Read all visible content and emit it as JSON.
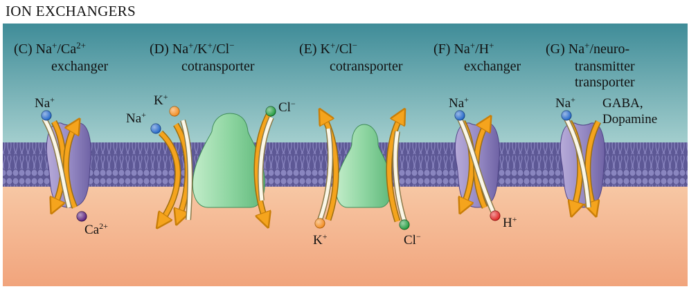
{
  "figure": {
    "title": "ION EXCHANGERS"
  },
  "colors": {
    "extracellular_top": "#3f8c98",
    "extracellular_bottom": "#a6d0cf",
    "cytoplasm_top": "#f7c7a4",
    "cytoplasm_bottom": "#f1a47c",
    "membrane": "#6f6aa8",
    "lipid_head": "#8a86c0",
    "exchanger_protein": "#9488c3",
    "cotransporter_protein": "#8fd6a2",
    "arrow_yellow": "#f5a41d",
    "arrow_white": "#fbf7e8",
    "na_ion": "#1f64c8",
    "k_ion": "#f28a1c",
    "cl_ion": "#1f9a3b",
    "ca_ion": "#5a1d7a",
    "h_ion": "#e02020"
  },
  "panels": [
    {
      "letter": "(C)",
      "name": [
        "Na",
        "+",
        "/Ca",
        "2+"
      ],
      "line2": "exchanger",
      "line3": ""
    },
    {
      "letter": "(D)",
      "name": [
        "Na",
        "+",
        "/K",
        "+",
        "/Cl",
        "−"
      ],
      "line2": "cotransporter",
      "line3": ""
    },
    {
      "letter": "(E)",
      "name": [
        "K",
        "+",
        "/Cl",
        "−"
      ],
      "line2": "cotransporter",
      "line3": ""
    },
    {
      "letter": "(F)",
      "name": [
        "Na",
        "+",
        "/H",
        "+"
      ],
      "line2": "exchanger",
      "line3": ""
    },
    {
      "letter": "(G)",
      "name": [
        "Na",
        "+",
        "/neuro-"
      ],
      "line2": "transmitter",
      "line3": "transporter"
    }
  ],
  "ions": {
    "c_na": {
      "sym": "Na",
      "chg": "+"
    },
    "c_ca": {
      "sym": "Ca",
      "chg": "2+"
    },
    "d_k": {
      "sym": "K",
      "chg": "+"
    },
    "d_na": {
      "sym": "Na",
      "chg": "+"
    },
    "d_cl": {
      "sym": "Cl",
      "chg": "−"
    },
    "e_k": {
      "sym": "K",
      "chg": "+"
    },
    "e_cl": {
      "sym": "Cl",
      "chg": "−"
    },
    "f_na": {
      "sym": "Na",
      "chg": "+"
    },
    "f_h": {
      "sym": "H",
      "chg": "+"
    },
    "g_na": {
      "sym": "Na",
      "chg": "+"
    },
    "g_nt1": {
      "sym": "GABA,",
      "chg": ""
    },
    "g_nt2": {
      "sym": "Dopamine",
      "chg": ""
    }
  }
}
